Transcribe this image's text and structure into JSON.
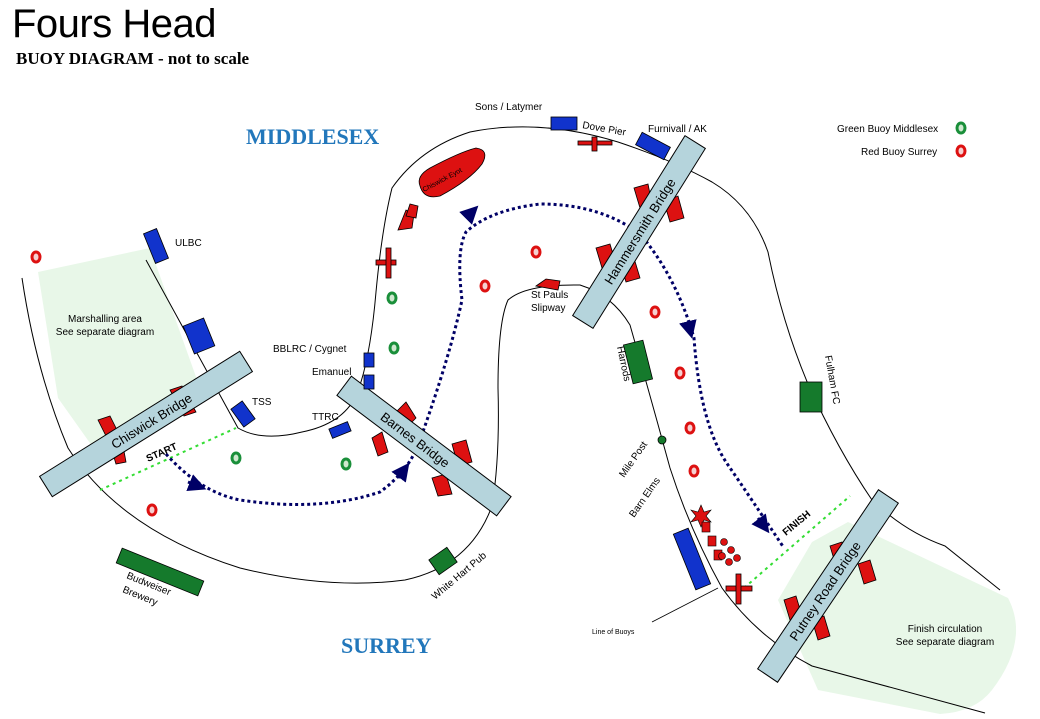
{
  "title": "Fours Head",
  "subtitle": "BUOY DIAGRAM  - not to scale",
  "banks": {
    "north": "MIDDLESEX",
    "south": "SURREY"
  },
  "legend": {
    "green": "Green Buoy Middlesex",
    "red": "Red Buoy Surrey"
  },
  "bridges": {
    "chiswick": "Chiswick Bridge",
    "barnes": "Barnes Bridge",
    "hammersmith": "Hammersmith Bridge",
    "putney": "Putney Road Bridge"
  },
  "areas": {
    "marshalling": [
      "Marshalling area",
      "See separate diagram"
    ],
    "finish": [
      "Finish circulation",
      "See separate diagram"
    ]
  },
  "labels": {
    "sons": "Sons / Latymer",
    "dove": "Dove Pier",
    "furnivall": "Furnivall / AK",
    "ulbc": "ULBC",
    "bblrc": "BBLRC  / Cygnet",
    "emanuel": "Emanuel",
    "tss": "TSS",
    "ttrc": "TTRC",
    "stpauls": [
      "St Pauls",
      "Slipway"
    ],
    "harrods": "Harrods",
    "fulham": "Fulham FC",
    "milepost": "Mile Post",
    "barnelms": "Barn Elms",
    "chiswickeyot": "Chiswick Eyot",
    "budweiser": [
      "Budweiser",
      "Brewery"
    ],
    "whitehart": "White Hart Pub",
    "lineofbuoys": "Line of Buoys",
    "start": "START",
    "finish": "FINISH"
  },
  "colors": {
    "green_buoy": "#1a8f3a",
    "red_buoy": "#dd1111",
    "boathouse_blue": "#1133cc",
    "boathouse_green": "#157a2c",
    "bridge": "#b5d4dc",
    "area": "#e8f7e8",
    "course": "#000066",
    "startline": "#33dd33"
  }
}
